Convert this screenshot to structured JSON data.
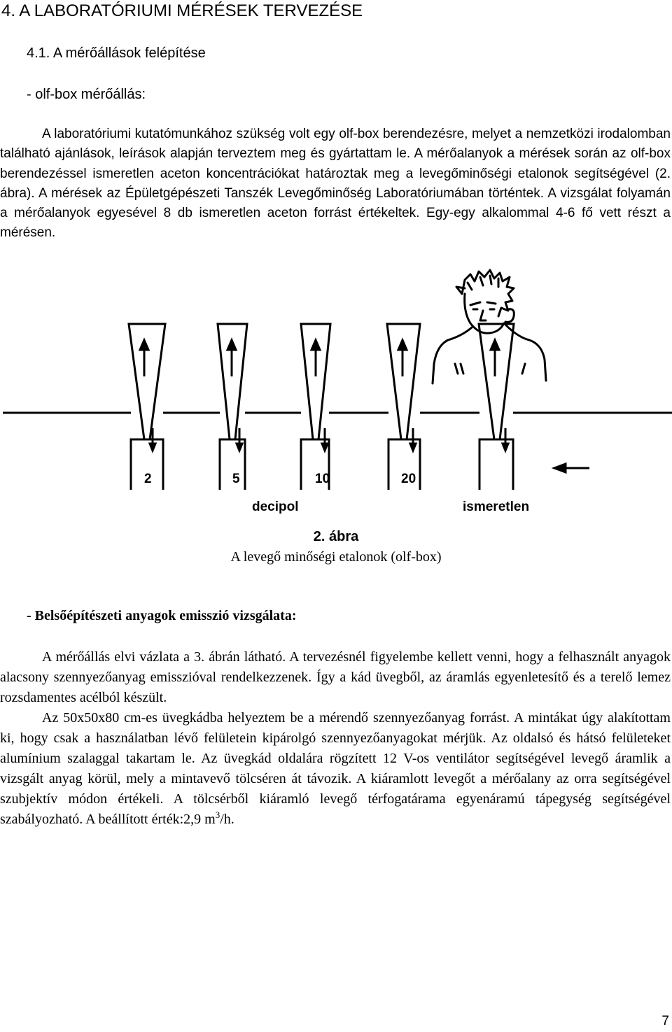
{
  "heading": "4.  A LABORATÓRIUMI MÉRÉSEK TERVEZÉSE",
  "subheading": "4.1. A mérőállások felépítése",
  "section1_title": "-  olf-box mérőállás:",
  "para1": "A laboratóriumi kutatómunkához szükség volt egy olf-box berendezésre, melyet a nemzetközi irodalomban található ajánlások, leírások alapján terveztem meg és gyártattam le. A mérőalanyok a mérések során az olf-box berendezéssel ismeretlen aceton koncentrációkat határoztak meg a levegőminőségi etalonok segítségével (2. ábra). A mérések az Épületgépészeti Tanszék Levegőminőség Laboratóriumában történtek. A vizsgálat folyamán a mérőalanyok egyesével 8 db ismeretlen aceton forrást értékeltek. Egy-egy alkalommal 4-6 fő vett részt a mérésen.",
  "figure": {
    "labels": [
      "2",
      "5",
      "10",
      "20"
    ],
    "unit_label": "decipol",
    "unknown_label": "ismeretlen"
  },
  "caption_num": "2. ábra",
  "caption_text": "A levegő minőségi etalonok (olf-box)",
  "section2_title": "-  Belsőépítészeti anyagok emisszió vizsgálata:",
  "para2_a": "A mérőállás elvi vázlata a 3. ábrán látható. A tervezésnél figyelembe kellett venni, hogy a felhasznált anyagok alacsony szennyezőanyag emisszióval rendelkezzenek. Így a kád üvegből, az áramlás egyenletesítő és a terelő lemez rozsdamentes acélból készült.",
  "para2_b_main": "Az 50x50x80 cm-es üvegkádba helyeztem be a mérendő szennyezőanyag forrást. A mintákat úgy alakítottam ki, hogy csak a használatban lévő felületein kipárolgó szennyezőanyagokat mérjük. Az oldalsó és hátsó felületeket alumínium szalaggal takartam le. Az üvegkád oldalára rögzített 12 V-os ventilátor segítségével levegő áramlik a vizsgált anyag körül, mely a mintavevő tölcséren át távozik. A kiáramlott levegőt a mérőalany az orra segítségével szubjektív módon értékeli. A tölcsérből kiáramló levegő térfogatárama egyenáramú tápegység segítségével szabályozható. A beállított érték:2,9 m",
  "para2_b_sup": "3",
  "para2_b_end": "/h.",
  "page_number": "7"
}
